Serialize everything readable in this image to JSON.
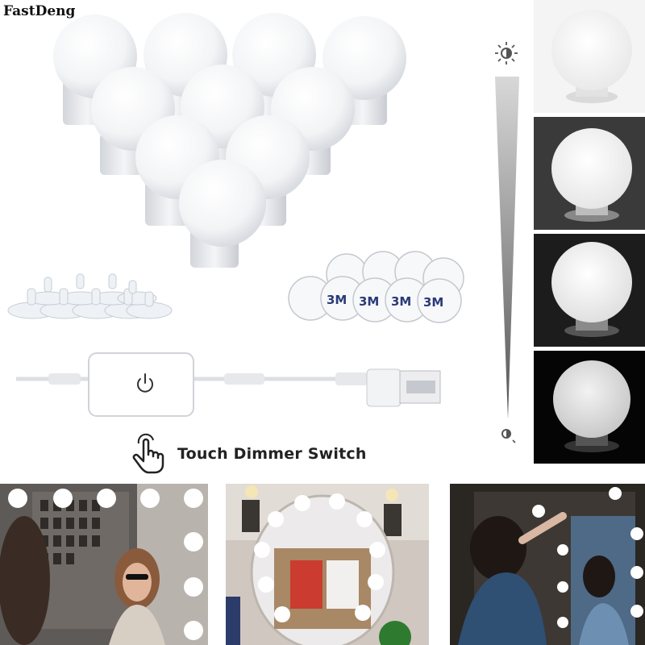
{
  "brand": {
    "name": "FastDeng"
  },
  "product": {
    "switch_label": "Touch Dimmer Switch",
    "pad_mark": "3M"
  },
  "icons": {
    "switch": "touch-hand-icon",
    "power": "power-icon",
    "brightness_high": "sun-bright-icon",
    "brightness_low": "sun-dim-icon"
  },
  "colors": {
    "background": "#ffffff",
    "bulb": "#f7f8fa",
    "base": "#e8eaee",
    "text": "#222222"
  }
}
